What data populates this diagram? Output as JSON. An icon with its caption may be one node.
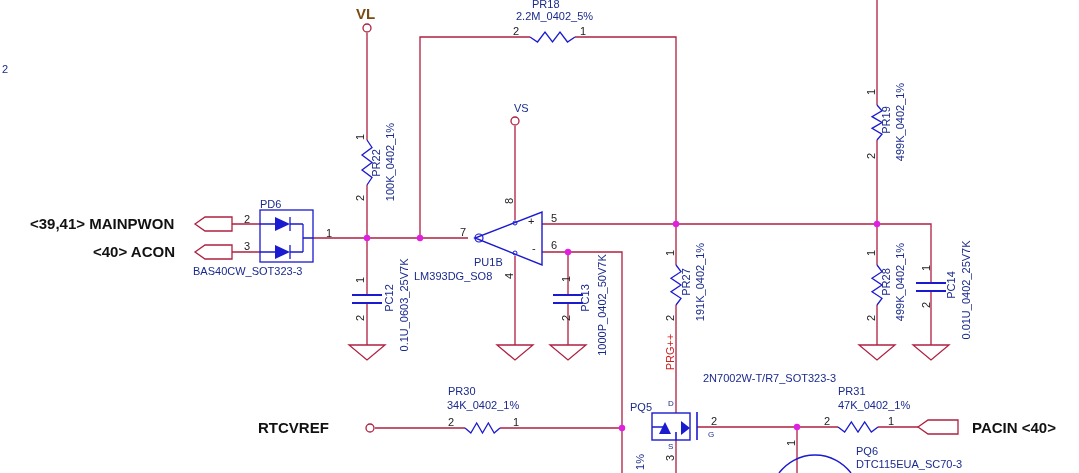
{
  "diagram": {
    "labels": [
      "2",
      "VL",
      "PR18",
      "2.2M_0402_5%",
      "2",
      "1",
      "VS",
      "1",
      "PR22",
      "100K_0402_1%",
      "2",
      "PD6",
      "<39,41>  MAINPWON",
      "2",
      "1",
      "7",
      "8",
      "+",
      "5",
      "<40>  ACON",
      "3",
      "-",
      "6",
      "PU1B",
      "LM393DG_SO8",
      "4",
      "BAS40CW_SOT323-3",
      "1",
      "PC12",
      "0.1U_0603_25V7K",
      "2",
      "1",
      "PC13",
      "1000P_0402_50V7K",
      "2",
      "1",
      "PR19",
      "499K_0402_1%",
      "2",
      "1",
      "PR27",
      "191K_0402_1%",
      "2",
      "PRG++",
      "1",
      "PR28",
      "499K_0402_1%",
      "2",
      "1",
      "PC14",
      "0.01U_0402_25V7K",
      "2",
      "2N7002W-T/R7_SOT323-3",
      "PR30",
      "PR31",
      "34K_0402_1%",
      "PQ5",
      "D",
      "47K_0402_1%",
      "RTCVREF",
      "2",
      "1",
      "2",
      "G",
      "2",
      "1",
      "PACIN  <40>",
      "S",
      "3",
      "1",
      "1%",
      "PQ6",
      "DTC115EUA_SC70-3"
    ]
  }
}
